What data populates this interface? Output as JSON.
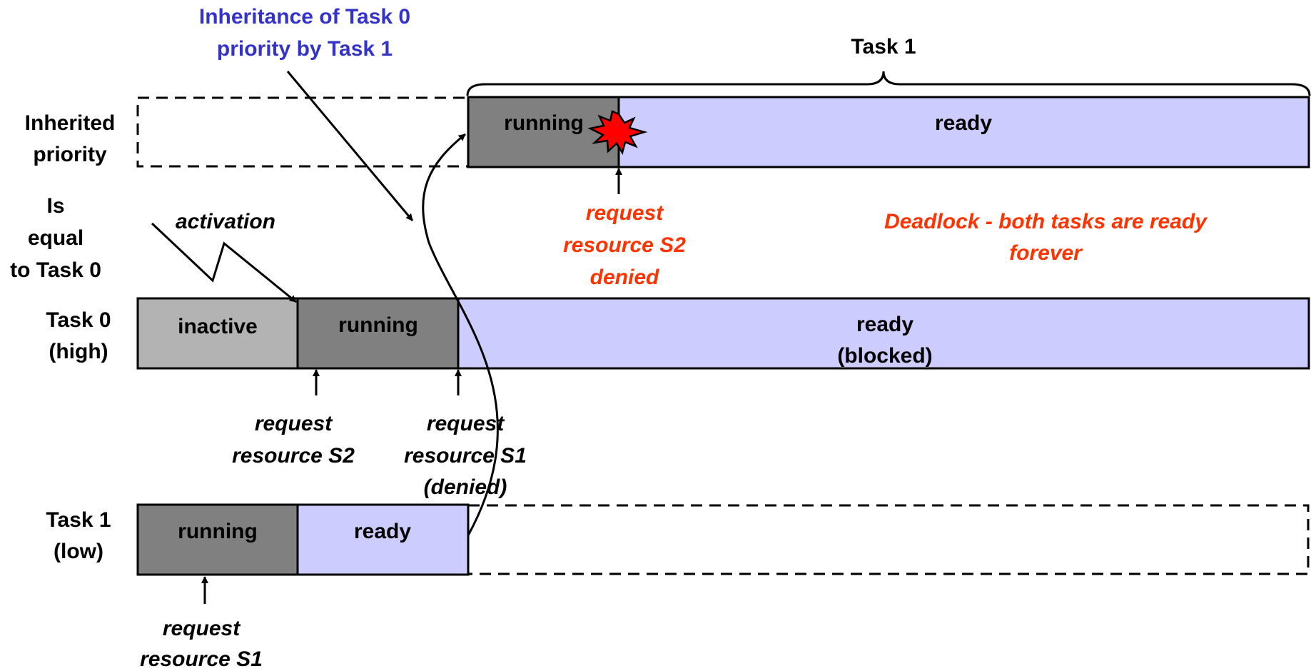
{
  "colors": {
    "running": "#808080",
    "inactive": "#b3b3b3",
    "ready": "#ccccff",
    "annotation_blue": "#3333cc",
    "annotation_red": "#ff3300",
    "outline": "#000000"
  },
  "title_annotation": {
    "line1": "Inheritance of Task 0",
    "line2": "priority by Task 1"
  },
  "brace_label": "Task 1",
  "rows": {
    "inherited": {
      "line1": "Inherited",
      "line2": "priority"
    },
    "is_equal": {
      "line1": "Is",
      "line2": "equal",
      "line3": "to Task 0"
    },
    "task0": {
      "line1": "Task 0",
      "line2": "(high)"
    },
    "task1": {
      "line1": "Task 1",
      "line2": "(low)"
    }
  },
  "boxes": {
    "inherited_running": "running",
    "inherited_ready": "ready",
    "task0_inactive": "inactive",
    "task0_running": "running",
    "task0_ready_line1": "ready",
    "task0_ready_line2": "(blocked)",
    "task1_running": "running",
    "task1_ready": "ready"
  },
  "annotations": {
    "activation": "activation",
    "req_s2_denied": {
      "line1": "request",
      "line2": "resource S2",
      "line3": "denied"
    },
    "deadlock": {
      "line1": "Deadlock - both tasks are ready",
      "line2": "forever"
    },
    "req_s2": {
      "line1": "request",
      "line2": "resource S2"
    },
    "req_s1_denied": {
      "line1": "request",
      "line2": "resource S1",
      "line3": "(denied)"
    },
    "req_s1": {
      "line1": "request",
      "line2": "resource S1"
    }
  }
}
